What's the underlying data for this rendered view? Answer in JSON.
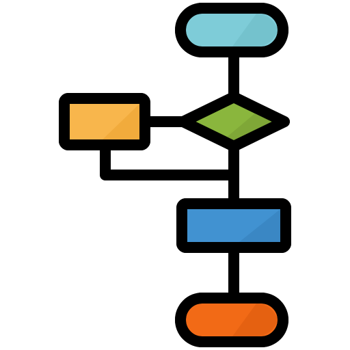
{
  "icon": {
    "name": "flowchart-icon",
    "stroke_color": "#000000",
    "nodes": {
      "start": {
        "shape": "terminator",
        "fill": "#7ECCD8",
        "shade": "#72BFCB"
      },
      "decision": {
        "shape": "diamond",
        "fill": "#8AB63D",
        "shade": "#7DA536"
      },
      "side_process": {
        "shape": "rectangle",
        "fill": "#F8B64C",
        "shade": "#F0A93A"
      },
      "process": {
        "shape": "rectangle",
        "fill": "#4192D1",
        "shade": "#3985C2"
      },
      "end": {
        "shape": "terminator",
        "fill": "#F26A16",
        "shade": "#E35F10"
      }
    }
  }
}
